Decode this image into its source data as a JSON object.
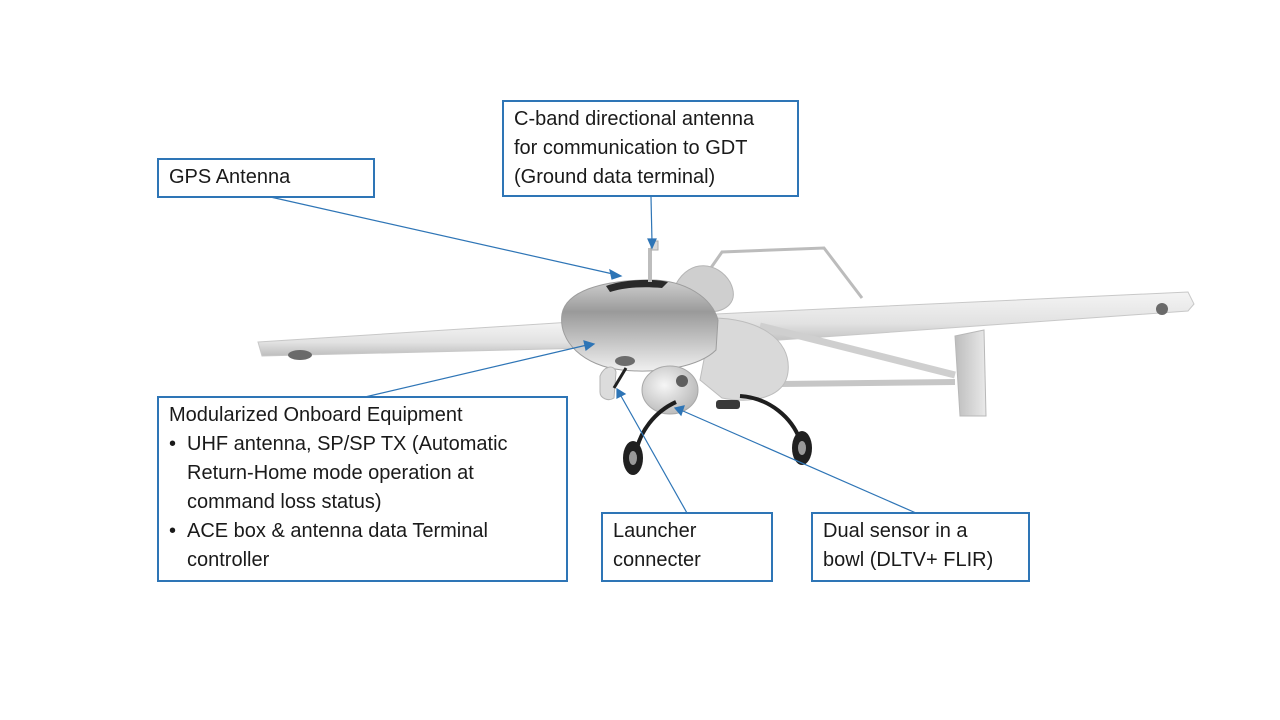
{
  "callouts": {
    "cband": {
      "lines": [
        "C-band directional antenna",
        "for communication to GDT",
        "(Ground data terminal)"
      ]
    },
    "gps": {
      "label": "GPS Antenna"
    },
    "onboard": {
      "title": "Modularized Onboard Equipment",
      "bullets": [
        "UHF antenna, SP/SP TX (Automatic Return-Home mode operation at command loss status)",
        "ACE box & antenna data Terminal controller"
      ]
    },
    "launcher": {
      "lines": [
        "Launcher",
        "connecter"
      ]
    },
    "sensor": {
      "lines": [
        "Dual sensor in a",
        "bowl (DLTV+ FLIR)"
      ]
    }
  },
  "colors": {
    "callout_border": "#2e75b6",
    "leader_line": "#2e75b6",
    "aircraft_body": "#e3e3e3"
  },
  "illustration": {
    "subject": "unmanned-aerial-vehicle",
    "icon": "uav-aircraft-illustration"
  }
}
